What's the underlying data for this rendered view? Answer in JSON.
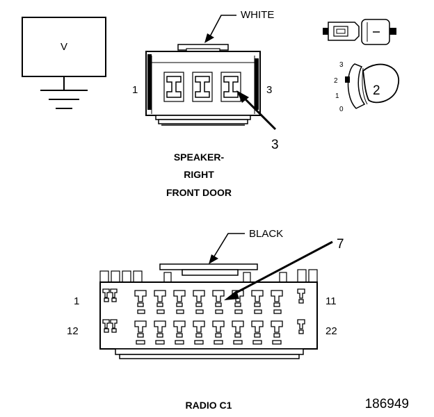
{
  "meter": {
    "label": "V"
  },
  "speaker_connector": {
    "color_label": "WHITE",
    "pin_left": "1",
    "pin_right": "3",
    "callout": "3",
    "name_lines": [
      "SPEAKER-",
      "RIGHT",
      "FRONT DOOR"
    ]
  },
  "probe": {
    "callout": "2",
    "scale": [
      "3",
      "2",
      "1",
      "0"
    ]
  },
  "radio_connector": {
    "color_label": "BLACK",
    "callout": "7",
    "pin_top_left": "1",
    "pin_top_right": "11",
    "pin_bottom_left": "12",
    "pin_bottom_right": "22",
    "name": "RADIO C1"
  },
  "figure_number": "186949"
}
